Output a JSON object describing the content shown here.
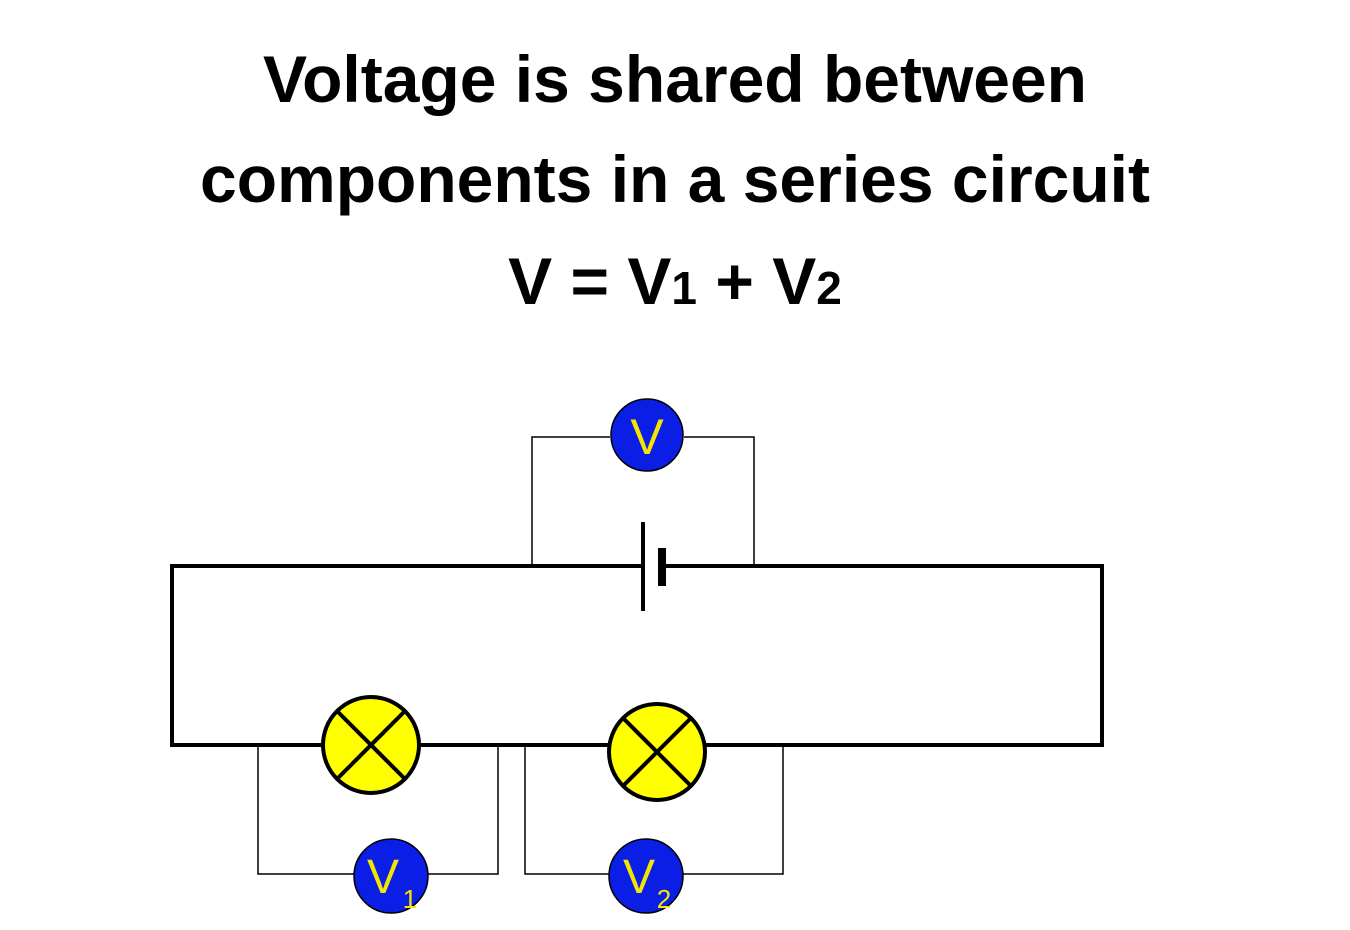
{
  "title": {
    "line1": "Voltage is shared between",
    "line2": "components in a series circuit"
  },
  "formula": {
    "v": "V",
    "eq": " = ",
    "v1_letter": "V",
    "v1_digit": "1",
    "plus": " + ",
    "v2_letter": "V",
    "v2_digit": "2"
  },
  "meters": {
    "total": {
      "letter": "V",
      "subscript": ""
    },
    "lamp1": {
      "letter": "V",
      "subscript": "1"
    },
    "lamp2": {
      "letter": "V",
      "subscript": "2"
    }
  },
  "colors": {
    "meter_fill": "#0a1ee6",
    "meter_text": "#f5e600",
    "lamp_fill": "#ffff00",
    "wire": "#000000"
  }
}
